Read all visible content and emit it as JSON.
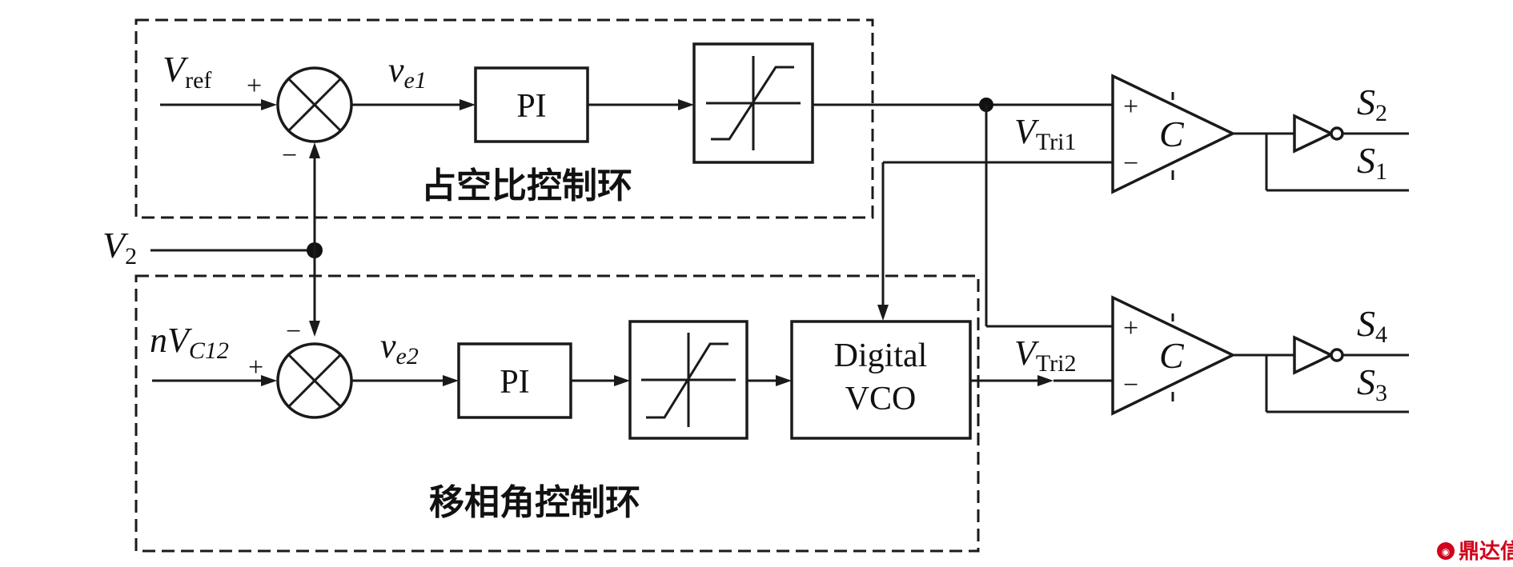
{
  "diagram": {
    "inputs": {
      "vref_main": "V",
      "vref_sub": "ref",
      "v2_main": "V",
      "v2_sub": "2",
      "nvc12_pre": "n",
      "nvc12_main": "V",
      "nvc12_sub": "C12"
    },
    "signs": {
      "sum1_plus": "+",
      "sum1_minus": "−",
      "sum2_plus": "+",
      "sum2_minus": "−"
    },
    "errors": {
      "ve1_main": "v",
      "ve1_sub": "e1",
      "ve2_main": "v",
      "ve2_sub": "e2"
    },
    "blocks": {
      "pi1": "PI",
      "pi2": "PI",
      "vco_line1": "Digital",
      "vco_line2": "VCO"
    },
    "loops": {
      "duty_loop": "占空比控制环",
      "phase_loop": "移相角控制环"
    },
    "carriers": {
      "tri1_main": "V",
      "tri1_sub": "Tri1",
      "tri2_main": "V",
      "tri2_sub": "Tri2"
    },
    "comparators": {
      "c1_label": "C",
      "c1_plus": "+",
      "c1_minus": "−",
      "c2_label": "C",
      "c2_plus": "+",
      "c2_minus": "−"
    },
    "outputs": {
      "s2_main": "S",
      "s2_sub": "2",
      "s1_main": "S",
      "s1_sub": "1",
      "s4_main": "S",
      "s4_sub": "4",
      "s3_main": "S",
      "s3_sub": "3"
    },
    "watermark": "鼎达信"
  }
}
